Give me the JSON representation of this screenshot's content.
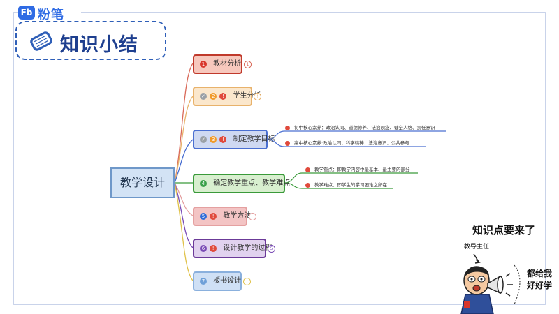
{
  "brand": {
    "logo_mark": "Fb",
    "logo_text": "粉笔"
  },
  "title": "知识小结",
  "root": "教学设计",
  "branches": [
    {
      "label": "教材分析",
      "badges": [
        "1"
      ],
      "badge_colors": [
        "#d9362b"
      ],
      "fill": "#f7c8bd",
      "border": "#c0392b",
      "line": "#d96a5a",
      "tail": "1"
    },
    {
      "label": "学生分析",
      "badges": [
        "✓",
        "2",
        "!"
      ],
      "badge_colors": [
        "#9aa0a6",
        "#f09a2a",
        "#e04a3c"
      ],
      "fill": "#fbe7cc",
      "border": "#e8b26b",
      "line": "#e8b26b",
      "tail": "!"
    },
    {
      "label": "制定教学目标",
      "badges": [
        "✓",
        "3",
        "!"
      ],
      "badge_colors": [
        "#9aa0a6",
        "#f09a2a",
        "#e04a3c"
      ],
      "fill": "#cfd9f2",
      "border": "#4a6fd1",
      "line": "#4a6fd1",
      "tail": ""
    },
    {
      "label": "确定教学重点、教学难点",
      "badges": [
        "4"
      ],
      "badge_colors": [
        "#3aa14a"
      ],
      "fill": "#d8efcf",
      "border": "#3a9a3a",
      "line": "#3a9a3a",
      "tail": ""
    },
    {
      "label": "教学方法",
      "badges": [
        "5",
        "!"
      ],
      "badge_colors": [
        "#2d6bd8",
        "#e04a3c"
      ],
      "fill": "#f3c4c4",
      "border": "#e4a0a0",
      "line": "#e4a0a0",
      "tail": "·"
    },
    {
      "label": "设计教学的过程",
      "badges": [
        "6",
        "!"
      ],
      "badge_colors": [
        "#7a4bb5",
        "#e04a3c"
      ],
      "fill": "#e1d2ef",
      "border": "#6b3a98",
      "line": "#7a4bb5",
      "tail": "5"
    },
    {
      "label": "板书设计",
      "badges": [
        "7"
      ],
      "badge_colors": [
        "#6fa0d8"
      ],
      "fill": "#cfe0f5",
      "border": "#8ab0dd",
      "line": "#e0c24a",
      "tail": "!"
    }
  ],
  "goal_subs": [
    "初中核心素养：政治认同、道德修养、法治观念、健全人格、责任意识",
    "高中核心素养:政治认同、科学精神、法治意识、公共参与"
  ],
  "key_subs": [
    "教学重点：即教学内容中最基本、最主要的部分",
    "教学难点：即学生的学习困难之所在"
  ],
  "mascot": {
    "headline": "知识点要来了",
    "role": "教导主任",
    "speech_line1": "都给我",
    "speech_line2": "好好学"
  }
}
